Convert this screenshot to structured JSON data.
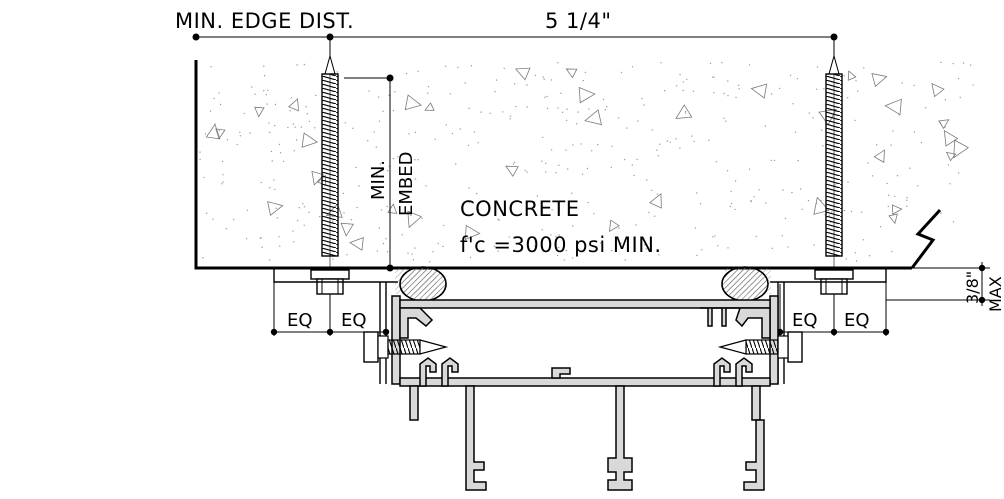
{
  "labels": {
    "edge_distance": "MIN. EDGE DIST.",
    "span": "5 1/4\"",
    "embed_min": "MIN.",
    "embed_word": "EMBED",
    "material": "CONCRETE",
    "strength": "f'c =3000 psi MIN.",
    "eq": "EQ",
    "shim_value": "3/8\"",
    "shim_max": "MAX"
  },
  "colors": {
    "line": "#000000",
    "metal_fill": "#d9d9d9",
    "sealant_fill": "#bfbfbf",
    "concrete_stipple": "#9a9a9a"
  }
}
